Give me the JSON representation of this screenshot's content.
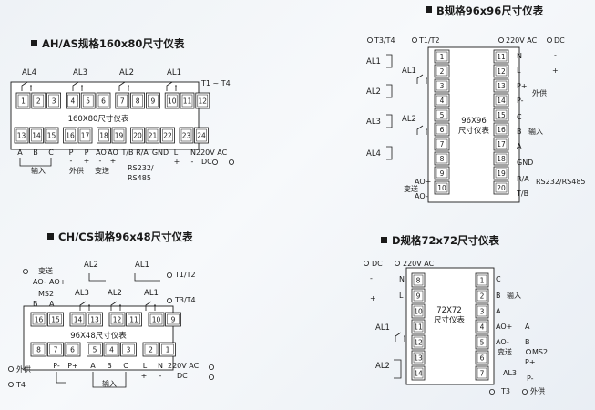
{
  "panels": {
    "ah": {
      "title": "AH/AS规格160x80尺寸仪表",
      "center": "160X80尺寸仪表",
      "top_terms": [
        "1",
        "2",
        "3",
        "4",
        "5",
        "6",
        "7",
        "8",
        "9",
        "10",
        "11",
        "12"
      ],
      "bottom_terms": [
        "13",
        "14",
        "15",
        "16",
        "17",
        "18",
        "19",
        "20",
        "21",
        "22",
        "23",
        "24"
      ],
      "alarms": [
        "AL4",
        "AL3",
        "AL2",
        "AL1"
      ],
      "t_range": "T1 ~ T4",
      "labels": [
        "A",
        "B",
        "C",
        "P",
        "P",
        "AO",
        "AO",
        "T/B",
        "R/A",
        "GND",
        "L",
        "N",
        "220V AC"
      ],
      "signs": [
        "-",
        "+",
        "-",
        "+",
        "+",
        "-"
      ],
      "groups": [
        "输入",
        "外供",
        "变送",
        "RS232/",
        "RS485",
        "DC"
      ]
    },
    "b": {
      "title": "B规格96x96尺寸仪表",
      "center": [
        "96X96",
        "尺寸仪表"
      ],
      "left_terms": [
        "1",
        "2",
        "3",
        "4",
        "5",
        "6",
        "7",
        "8",
        "9",
        "10"
      ],
      "right_terms": [
        "11",
        "12",
        "13",
        "14",
        "15",
        "16",
        "17",
        "18",
        "19",
        "20"
      ],
      "top": [
        "T3/T4",
        "T1/T2",
        "220V AC",
        "DC"
      ],
      "alarms": [
        "AL1",
        "AL2",
        "AL3",
        "AL4",
        "AL1",
        "AL2"
      ],
      "left_labels": [
        "变送",
        "AO+",
        "AO-"
      ],
      "right_labels": [
        "N",
        "L",
        "P+",
        "外供",
        "P-",
        "C",
        "B",
        "输入",
        "A",
        "GND",
        "R/A",
        "T/B",
        "RS232/RS485"
      ],
      "signs": [
        "-",
        "+"
      ]
    },
    "ch": {
      "title": "CH/CS规格96x48尺寸仪表",
      "center": "96X48尺寸仪表",
      "top_terms": [
        "16",
        "15",
        "14",
        "13",
        "12",
        "11",
        "10",
        "9"
      ],
      "bottom_terms": [
        "8",
        "7",
        "6",
        "5",
        "4",
        "3",
        "2",
        "1"
      ],
      "top_labels": [
        "变送",
        "AO-",
        "AO+",
        "MS2",
        "B",
        "A",
        "AL3",
        "AL2",
        "AL1",
        "AL2",
        "AL1",
        "T1/T2",
        "T3/T4"
      ],
      "bottom_labels": [
        "外供",
        "T4",
        "P-",
        "P+",
        "A",
        "B",
        "C",
        "L",
        "N",
        "220V AC",
        "DC",
        "输入"
      ],
      "signs": [
        "+",
        "-"
      ]
    },
    "d": {
      "title": "D规格72x72尺寸仪表",
      "center": [
        "72X72",
        "尺寸仪表"
      ],
      "left_terms": [
        "8",
        "9",
        "10",
        "11",
        "12",
        "13",
        "14"
      ],
      "right_terms": [
        "1",
        "2",
        "3",
        "4",
        "5",
        "6",
        "7"
      ],
      "top": [
        "DC",
        "220V AC"
      ],
      "left_labels": [
        "N",
        "L",
        "AL1",
        "AL2"
      ],
      "right_labels": [
        "C",
        "B",
        "输入",
        "A",
        "AO+",
        "A",
        "AO-",
        "B",
        "变送",
        "MS2",
        "AL3",
        "P+",
        "P-",
        "T3",
        "外供"
      ],
      "signs": [
        "-",
        "+"
      ]
    }
  }
}
